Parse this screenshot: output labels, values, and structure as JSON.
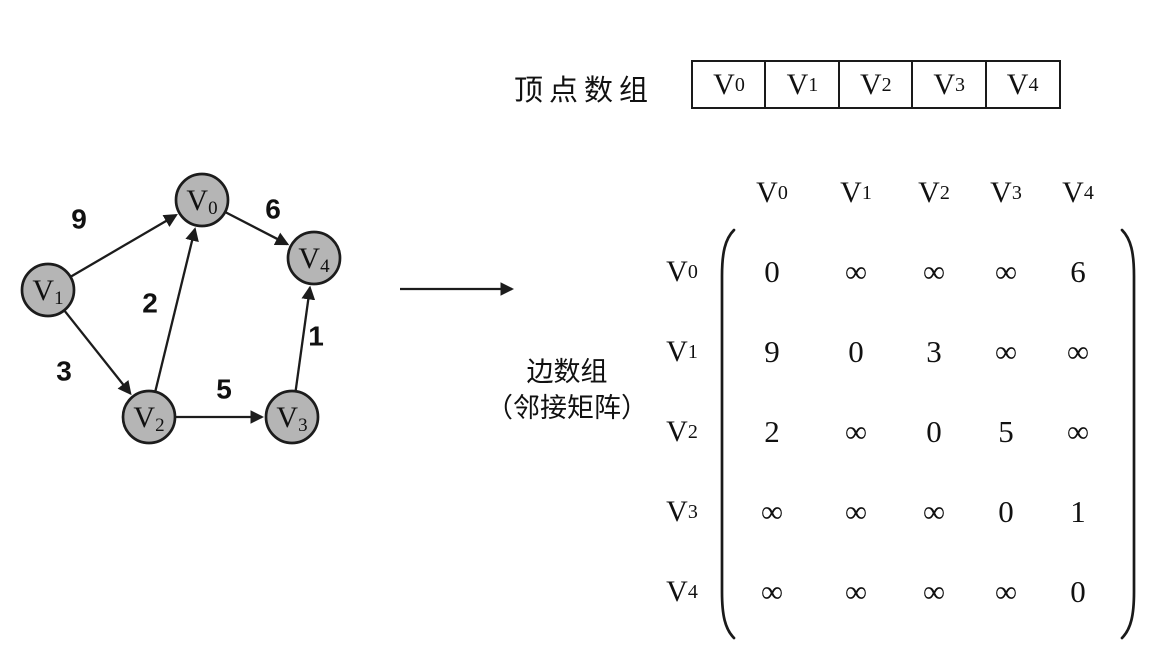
{
  "vertex_array": {
    "label": "顶点数组",
    "cells": [
      {
        "base": "V",
        "sub": "0"
      },
      {
        "base": "V",
        "sub": "1"
      },
      {
        "base": "V",
        "sub": "2"
      },
      {
        "base": "V",
        "sub": "3"
      },
      {
        "base": "V",
        "sub": "4"
      }
    ]
  },
  "graph": {
    "nodes": [
      {
        "base": "V",
        "sub": "0"
      },
      {
        "base": "V",
        "sub": "1"
      },
      {
        "base": "V",
        "sub": "2"
      },
      {
        "base": "V",
        "sub": "3"
      },
      {
        "base": "V",
        "sub": "4"
      }
    ],
    "edges": [
      {
        "from": "V1",
        "to": "V0",
        "weight": "9"
      },
      {
        "from": "V0",
        "to": "V4",
        "weight": "6"
      },
      {
        "from": "V2",
        "to": "V0",
        "weight": "2"
      },
      {
        "from": "V1",
        "to": "V2",
        "weight": "3"
      },
      {
        "from": "V2",
        "to": "V3",
        "weight": "5"
      },
      {
        "from": "V3",
        "to": "V4",
        "weight": "1"
      }
    ],
    "colors": {
      "node_fill": "#b5b5b5",
      "stroke": "#1c1c1c"
    }
  },
  "matrix": {
    "label_line1": "边数组",
    "label_line2": "（邻接矩阵）",
    "infinity_symbol": "∞",
    "col_headers": [
      {
        "base": "V",
        "sub": "0"
      },
      {
        "base": "V",
        "sub": "1"
      },
      {
        "base": "V",
        "sub": "2"
      },
      {
        "base": "V",
        "sub": "3"
      },
      {
        "base": "V",
        "sub": "4"
      }
    ],
    "row_headers": [
      {
        "base": "V",
        "sub": "0"
      },
      {
        "base": "V",
        "sub": "1"
      },
      {
        "base": "V",
        "sub": "2"
      },
      {
        "base": "V",
        "sub": "3"
      },
      {
        "base": "V",
        "sub": "4"
      }
    ],
    "values": [
      [
        "0",
        "∞",
        "∞",
        "∞",
        "6"
      ],
      [
        "9",
        "0",
        "3",
        "∞",
        "∞"
      ],
      [
        "2",
        "∞",
        "0",
        "5",
        "∞"
      ],
      [
        "∞",
        "∞",
        "∞",
        "0",
        "1"
      ],
      [
        "∞",
        "∞",
        "∞",
        "∞",
        "0"
      ]
    ]
  }
}
